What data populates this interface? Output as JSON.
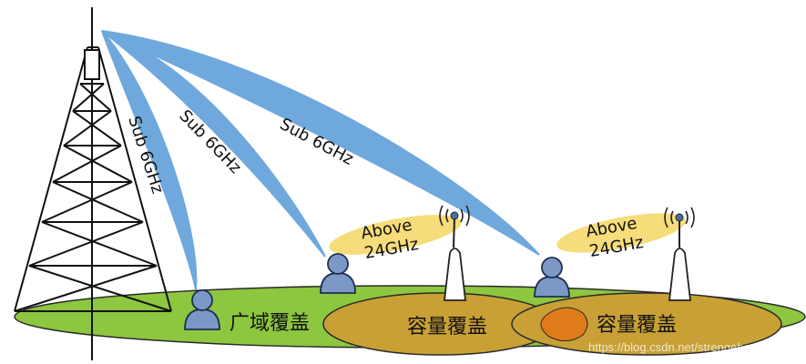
{
  "links": {
    "sub6_a": "Sub 6GHz",
    "sub6_b": "Sub 6GHz",
    "sub6_c": "Sub 6GHz",
    "above24_a": "Above 24GHz",
    "above24_b": "Above 24GHz"
  },
  "coverage": {
    "wide_area": "广域覆盖",
    "capacity_1": "容量覆盖",
    "capacity_2": "容量覆盖"
  },
  "watermark": "https://blog.csdn.net/strengeboy",
  "colors": {
    "ground": "#8dc63f",
    "capacity_zone": "#c8a035",
    "overlap": "#e07b1a",
    "beam_blue": "#6fa8dc",
    "beam_yellow": "#f6dc7a",
    "user": "#7b98c7"
  },
  "icons": [
    "macro-tower-icon",
    "small-cell-icon",
    "user-icon",
    "signal-wave-icon"
  ]
}
